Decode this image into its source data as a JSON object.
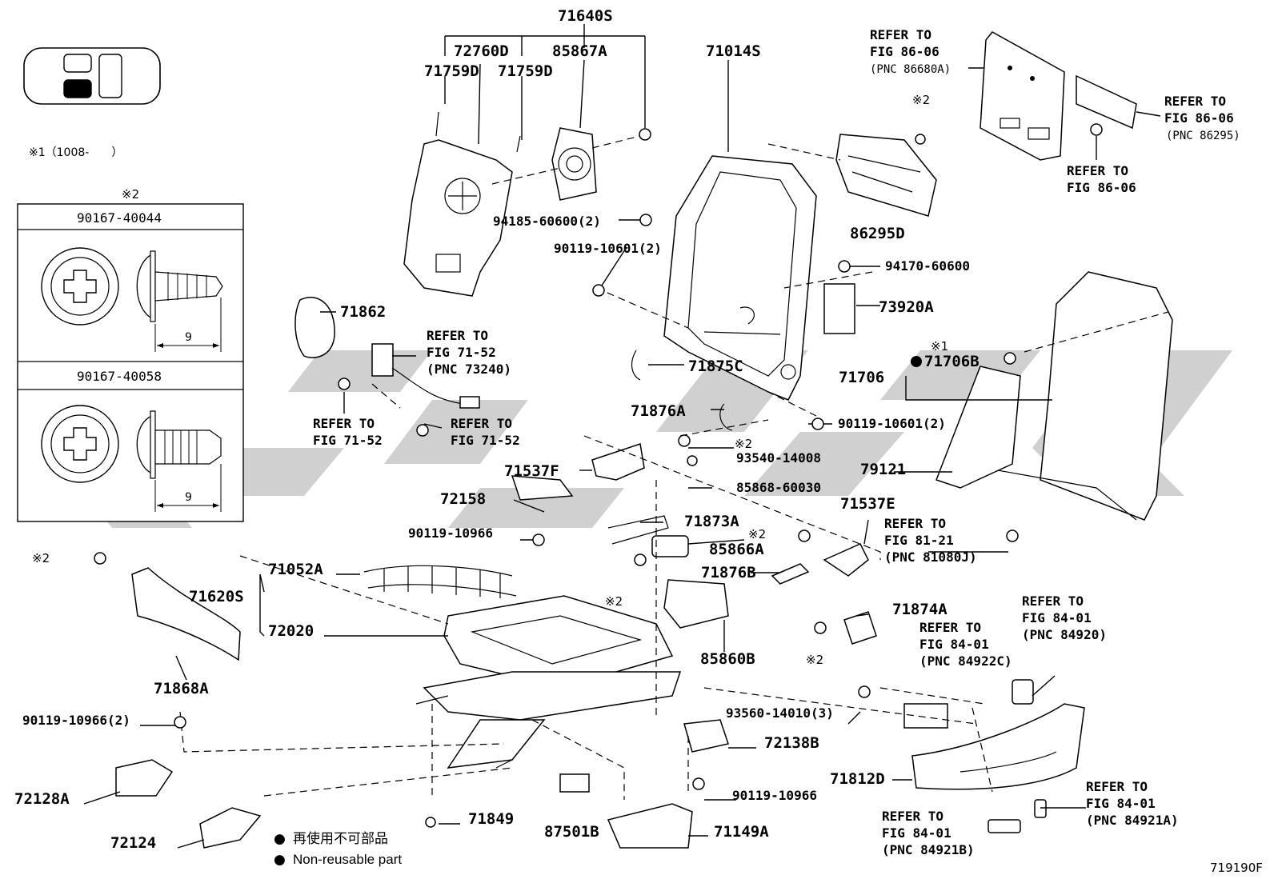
{
  "diagram_id": "719190F",
  "condition_note": "※1（1008-　　）",
  "legend": {
    "bullet": "●",
    "jp": "再使用不可部品",
    "en": "Non-reusable part"
  },
  "detail_box": {
    "header_mark": "※2",
    "items": [
      {
        "part": "90167-40044",
        "dim": "9"
      },
      {
        "part": "90167-40058",
        "dim": "9"
      }
    ]
  },
  "marks": {
    "m1": "※1",
    "m2": "※2"
  },
  "labels": {
    "l71640S": "71640S",
    "l72760D": "72760D",
    "l85867A": "85867A",
    "l71014S": "71014S",
    "l71759D_a": "71759D",
    "l71759D_b": "71759D",
    "l94185": "94185-60600(2)",
    "l90119_10601_2a": "90119-10601(2)",
    "l94170": "94170-60600",
    "l73920A": "73920A",
    "l86295D": "86295D",
    "l71862": "71862",
    "l71875C": "71875C",
    "l71706B": "71706B",
    "l71706": "71706",
    "l71876A": "71876A",
    "l90119_10601_2b": "90119-10601(2)",
    "l93540": "93540-14008",
    "l71537F": "71537F",
    "l85868": "85868-60030",
    "l79121": "79121",
    "l72158": "72158",
    "l71537E": "71537E",
    "l71873A": "71873A",
    "l90119_10966a": "90119-10966",
    "l85866A": "85866A",
    "l71876B": "71876B",
    "l71052A": "71052A",
    "l71620S": "71620S",
    "l72020": "72020",
    "l71874A": "71874A",
    "l85860B": "85860B",
    "l71868A": "71868A",
    "l90119_10966_2": "90119-10966(2)",
    "l93560": "93560-14010(3)",
    "l72138B": "72138B",
    "l71812D": "71812D",
    "l72128A": "72128A",
    "l90119_10966b": "90119-10966",
    "l71849": "71849",
    "l87501B": "87501B",
    "l71149A": "71149A",
    "l72124": "72124"
  },
  "refs": {
    "r86680A": [
      "REFER TO",
      "FIG 86-06",
      "(PNC 86680A)"
    ],
    "r86295": [
      "REFER TO",
      "FIG 86-06",
      "(PNC 86295)"
    ],
    "r8606": [
      "REFER TO",
      "FIG 86-06"
    ],
    "r73240": [
      "REFER TO",
      "FIG 71-52",
      "(PNC 73240)"
    ],
    "r7152a": [
      "REFER TO",
      "FIG 71-52"
    ],
    "r7152b": [
      "REFER TO",
      "FIG 71-52"
    ],
    "r81080J": [
      "REFER TO",
      "FIG 81-21",
      "(PNC 81080J)"
    ],
    "r84920": [
      "REFER TO",
      "FIG 84-01",
      "(PNC 84920)"
    ],
    "r84922C": [
      "REFER TO",
      "FIG 84-01",
      "(PNC 84922C)"
    ],
    "r84921A": [
      "REFER TO",
      "FIG 84-01",
      "(PNC 84921A)"
    ],
    "r84921B": [
      "REFER TO",
      "FIG 84-01",
      "(PNC 84921B)"
    ]
  }
}
